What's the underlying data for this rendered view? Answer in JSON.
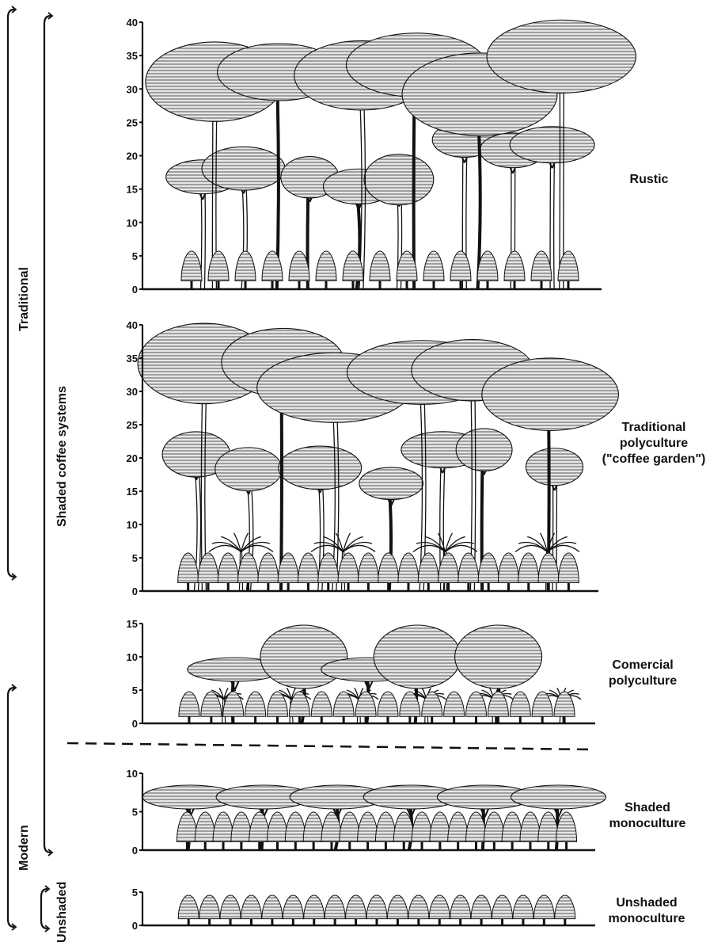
{
  "groups": {
    "traditional": "Traditional",
    "shaded_systems": "Shaded coffee systems",
    "modern": "Modern",
    "unshaded": "Unshaded"
  },
  "systems": [
    {
      "id": "rustic",
      "label_lines": [
        "Rustic"
      ],
      "ticks": [
        "40",
        "35",
        "30",
        "25",
        "20",
        "15",
        "10",
        "5",
        "0"
      ]
    },
    {
      "id": "traditional-polyculture",
      "label_lines": [
        "Traditional",
        "polyculture",
        "(\"coffee garden\")"
      ],
      "ticks": [
        "40",
        "35",
        "30",
        "25",
        "20",
        "15",
        "10",
        "5",
        "0"
      ]
    },
    {
      "id": "commercial-polyculture",
      "label_lines": [
        "Comercial",
        "polyculture"
      ],
      "ticks": [
        "15",
        "10",
        "5",
        "0"
      ]
    },
    {
      "id": "shaded-monoculture",
      "label_lines": [
        "Shaded",
        "monoculture"
      ],
      "ticks": [
        "10",
        "5",
        "0"
      ]
    },
    {
      "id": "unshaded-monoculture",
      "label_lines": [
        "Unshaded",
        "monoculture"
      ],
      "ticks": [
        "5",
        "0"
      ]
    }
  ],
  "colors": {
    "ink": "#111111",
    "canopy_fill": "#cfcfcf",
    "hatch": "#5a5a5a"
  }
}
